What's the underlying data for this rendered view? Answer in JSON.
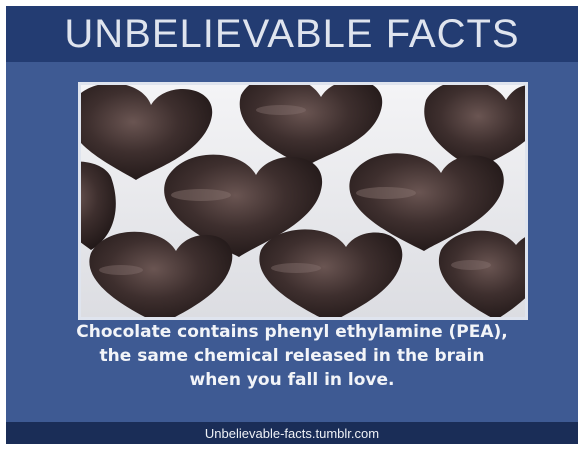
{
  "header": {
    "title": "UNBELIEVABLE FACTS"
  },
  "photo": {
    "subject": "chocolate-hearts-image"
  },
  "fact": {
    "line1": "Chocolate contains phenyl ethylamine (PEA),",
    "line2": "the same chemical released in the brain",
    "line3": "when you fall in love."
  },
  "footer": {
    "url": "Unbelievable-facts.tumblr.com"
  },
  "colors": {
    "background": "#3e5a93",
    "header_band": "#233c72",
    "footer_band": "#1a2d57",
    "text": "#f2f4f8"
  }
}
